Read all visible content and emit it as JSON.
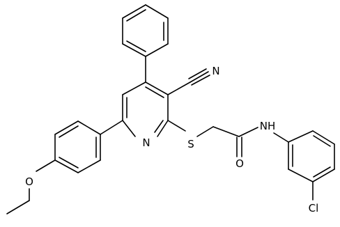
{
  "molecule": {
    "atoms": {
      "nitrile_n": "N",
      "pyridine_n": "N",
      "sulfur": "S",
      "carbonyl_o": "O",
      "amide_nh": "NH",
      "ether_o": "O",
      "chlorine": "Cl"
    }
  }
}
